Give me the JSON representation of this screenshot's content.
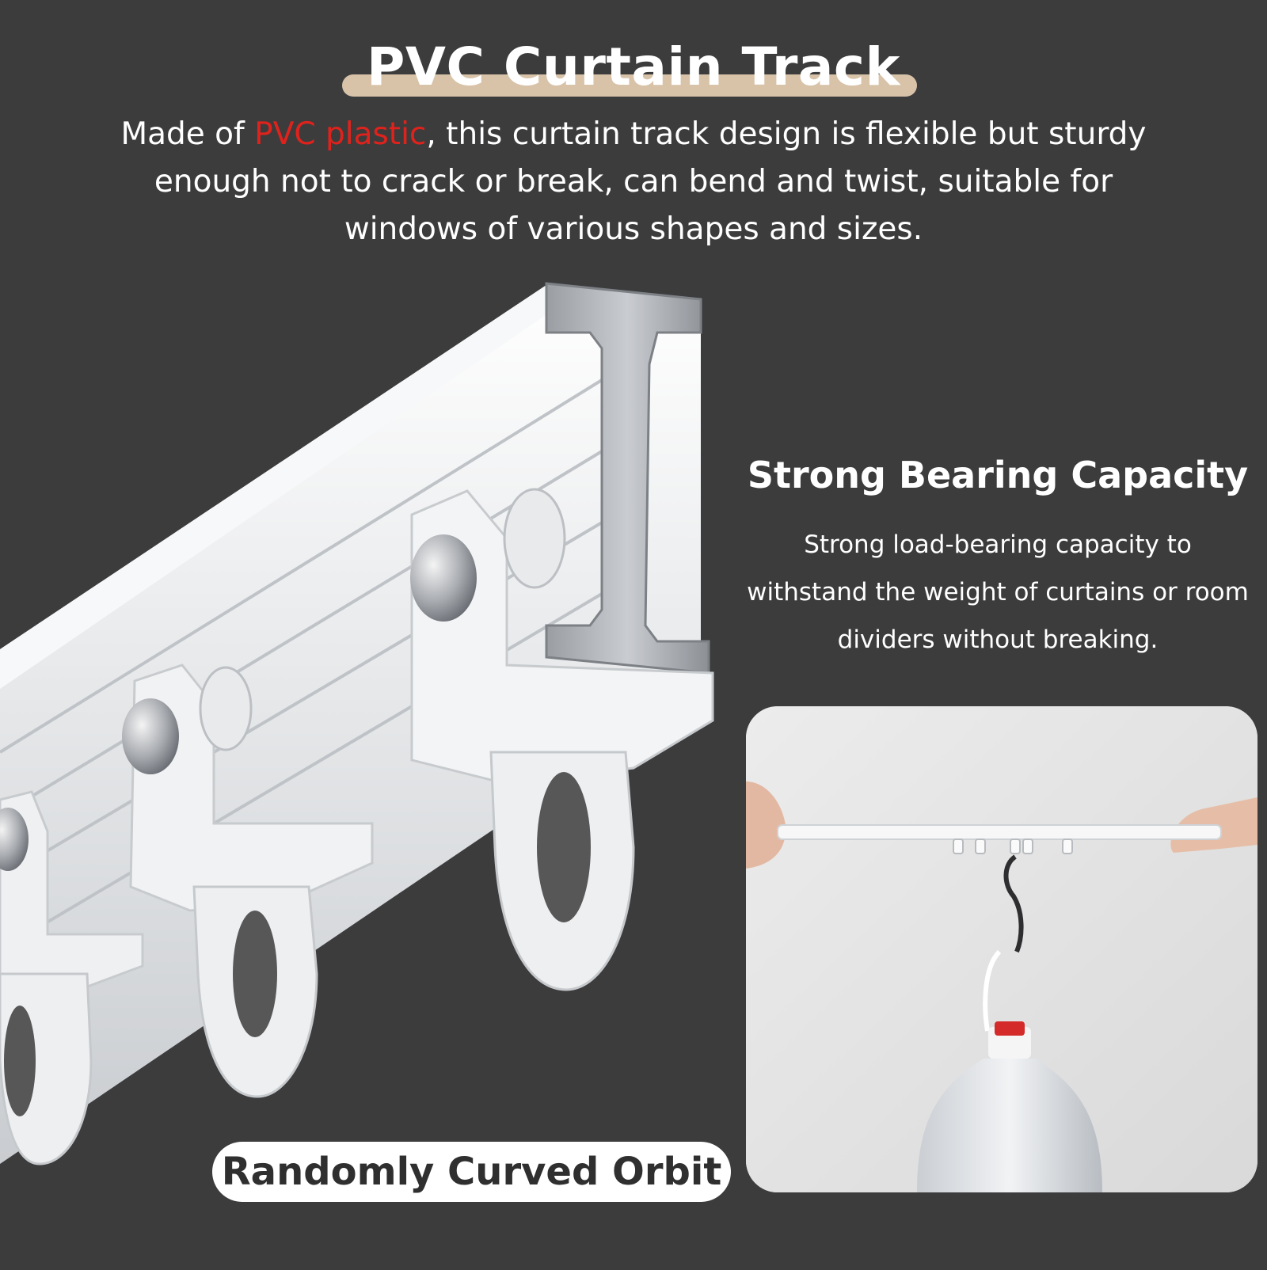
{
  "header": {
    "title": "PVC Curtain Track",
    "intro_before": "Made of ",
    "intro_highlight": "PVC plastic",
    "intro_after": ", this curtain track design is flexible but sturdy enough not to crack or break, can bend and twist, suitable for windows of various shapes and sizes."
  },
  "feature": {
    "title": "Strong Bearing Capacity",
    "description": "Strong load-bearing capacity to withstand the weight of curtains or room dividers without breaking."
  },
  "badge": {
    "label": "Randomly Curved Orbit"
  },
  "colors": {
    "background": "#3c3c3d",
    "title_underline": "#d8c3a9",
    "highlight": "#e0221c",
    "text": "#ffffff"
  }
}
